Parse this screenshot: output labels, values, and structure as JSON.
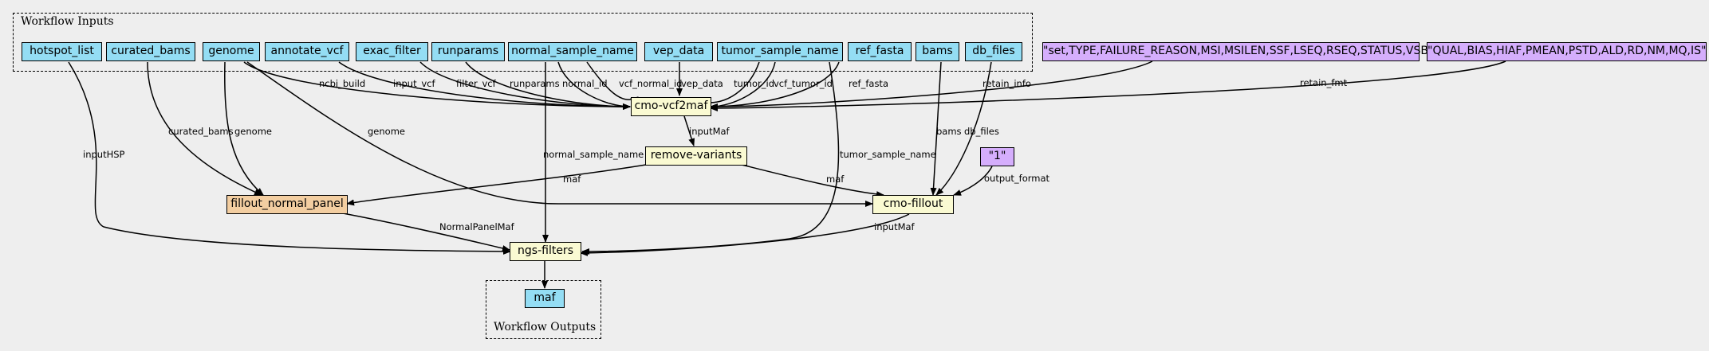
{
  "clusters": {
    "inputs_label": "Workflow Inputs",
    "outputs_label": "Workflow Outputs"
  },
  "inputs": {
    "hotspot_list": "hotspot_list",
    "curated_bams": "curated_bams",
    "genome": "genome",
    "annotate_vcf": "annotate_vcf",
    "exac_filter": "exac_filter",
    "runparams": "runparams",
    "normal_sample_name": "normal_sample_name",
    "vep_data": "vep_data",
    "tumor_sample_name": "tumor_sample_name",
    "ref_fasta": "ref_fasta",
    "bams": "bams",
    "db_files": "db_files"
  },
  "literals": {
    "retain_info_value": "\"set,TYPE,FAILURE_REASON,MSI,MSILEN,SSF,LSEQ,RSEQ,STATUS,VSB\"",
    "retain_fmt_value": "\"QUAL,BIAS,HIAF,PMEAN,PSTD,ALD,RD,NM,MQ,IS\"",
    "output_format_value": "\"1\""
  },
  "steps": {
    "cmo_vcf2maf": "cmo-vcf2maf",
    "remove_variants": "remove-variants",
    "fillout_normal_panel": "fillout_normal_panel",
    "cmo_fillout": "cmo-fillout",
    "ngs_filters": "ngs-filters"
  },
  "outputs": {
    "maf": "maf"
  },
  "edge_labels": {
    "ncbi_build": "ncbi_build",
    "input_vcf": "input_vcf",
    "filter_vcf": "filter_vcf",
    "runparams": "runparams",
    "normal_id": "normal_id",
    "vcf_normal_id": "vcf_normal_id",
    "vep_data": "vep_data",
    "tumor_id": "tumor_id",
    "vcf_tumor_id": "vcf_tumor_id",
    "ref_fasta": "ref_fasta",
    "retain_info": "retain_info",
    "retain_fmt": "retain_fmt",
    "inputMaf_remove": "inputMaf",
    "inputHSP": "inputHSP",
    "curated_bams": "curated_bams",
    "genome_fnp": "genome",
    "genome_fillout": "genome",
    "normal_sample_name": "normal_sample_name",
    "tumor_sample_name": "tumor_sample_name",
    "bams": "bams",
    "db_files": "db_files",
    "output_format": "output_format",
    "maf_fnp": "maf",
    "maf_fillout": "maf",
    "NormalPanelMaf": "NormalPanelMaf",
    "inputMaf_ngs": "inputMaf"
  }
}
